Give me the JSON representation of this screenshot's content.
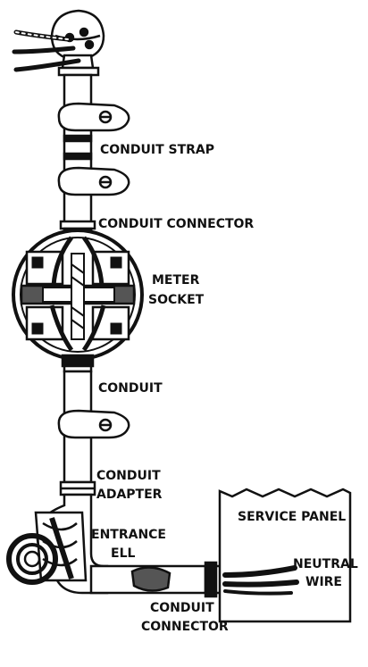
{
  "colors": {
    "ink": "#111111",
    "paper": "#ffffff",
    "shade": "#555555"
  },
  "labels": {
    "conduit_strap": "CONDUIT STRAP",
    "conduit_connector_top": "CONDUIT CONNECTOR",
    "meter": "METER",
    "socket": "SOCKET",
    "conduit": "CONDUIT",
    "conduit_adapter_line1": "CONDUIT",
    "conduit_adapter_line2": "ADAPTER",
    "entrance_line1": "ENTRANCE",
    "entrance_line2": "ELL",
    "service_panel": "SERVICE PANEL",
    "neutral": "NEUTRAL",
    "wire": "WIRE",
    "conduit_connector_bottom_line1": "CONDUIT",
    "conduit_connector_bottom_line2": "CONNECTOR"
  }
}
